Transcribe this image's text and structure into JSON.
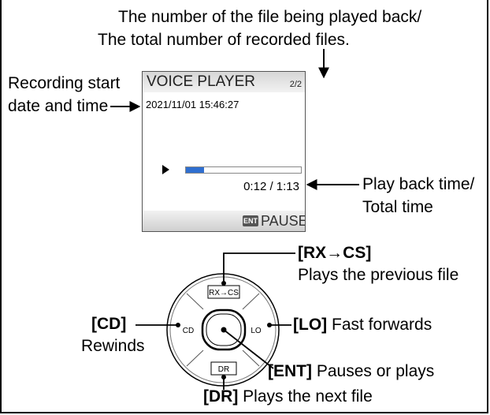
{
  "header": {
    "line1": "The number of the file being played back/",
    "line2": "The total number of recorded files."
  },
  "recording_label": {
    "line1": "Recording start",
    "line2": "date and time"
  },
  "screen": {
    "title": "VOICE PLAYER",
    "file_count": "2/2",
    "datetime": "2021/11/01   15:46:27",
    "progress": 0.16,
    "time": "0:12 /  1:13",
    "ent_key": "ENT",
    "pause_label": "PAUSE"
  },
  "playback_label": {
    "line1": "Play back time/",
    "line2": "Total time"
  },
  "keys": {
    "rx_cs": {
      "key": "[RX→CS]",
      "desc": "Plays the previous file",
      "cap": "RX→CS"
    },
    "cd": {
      "key": "[CD]",
      "desc": "Rewinds",
      "cap": "CD"
    },
    "lo": {
      "key": "[LO]",
      "desc": "Fast forwards",
      "cap": "LO"
    },
    "ent": {
      "key": "[ENT]",
      "desc": "Pauses or plays"
    },
    "dr": {
      "key": "[DR]",
      "desc": "Plays the next file",
      "cap": "DR"
    }
  }
}
